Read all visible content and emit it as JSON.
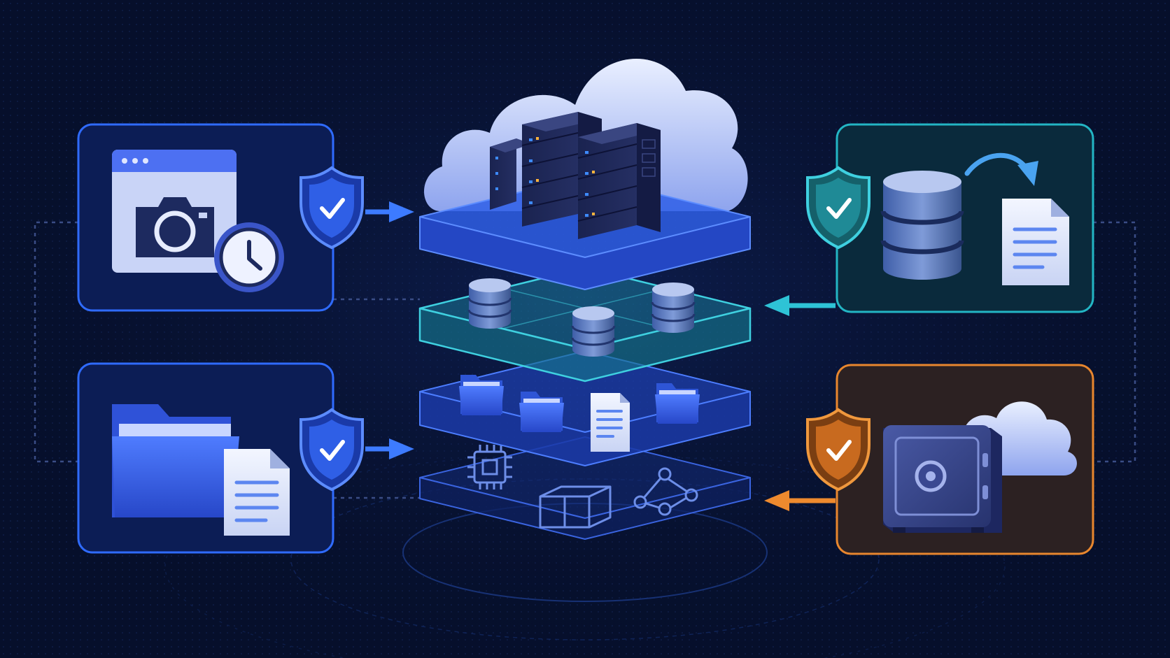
{
  "colors": {
    "background": "#060f2b",
    "blue_accent": "#2f6bff",
    "teal_accent": "#23b5c4",
    "orange_accent": "#e8862e",
    "card_blue_fill": "#0c1d55",
    "card_teal_fill": "#0a2a3c",
    "card_orange_fill": "#2c2122"
  },
  "diagram": {
    "center_stack": {
      "name": "cloud-backup-storage-stack",
      "layers": [
        {
          "name": "server-layer",
          "icons": [
            "cloud-icon",
            "server-rack-icon",
            "server-rack-icon",
            "server-rack-icon"
          ]
        },
        {
          "name": "database-layer",
          "icons": [
            "database-icon",
            "database-icon",
            "database-icon"
          ]
        },
        {
          "name": "file-layer",
          "icons": [
            "folder-icon",
            "folder-icon",
            "document-icon",
            "folder-icon"
          ]
        },
        {
          "name": "infrastructure-layer",
          "icons": [
            "chip-icon",
            "box-icon",
            "network-icon"
          ]
        }
      ]
    },
    "cards": [
      {
        "name": "snapshot-backup-card",
        "accent": "#2f6bff",
        "icons": [
          "browser-window-icon",
          "camera-icon",
          "clock-icon",
          "shield-check-icon"
        ],
        "arrow": "right"
      },
      {
        "name": "file-backup-card",
        "accent": "#2f6bff",
        "icons": [
          "folder-icon",
          "document-icon",
          "shield-check-icon"
        ],
        "arrow": "right"
      },
      {
        "name": "database-export-card",
        "accent": "#23b5c4",
        "icons": [
          "database-icon",
          "curved-arrow-icon",
          "document-icon",
          "shield-check-icon"
        ],
        "arrow": "left"
      },
      {
        "name": "vault-cloud-card",
        "accent": "#e8862e",
        "icons": [
          "safe-vault-icon",
          "cloud-icon",
          "shield-check-icon"
        ],
        "arrow": "left"
      }
    ]
  }
}
